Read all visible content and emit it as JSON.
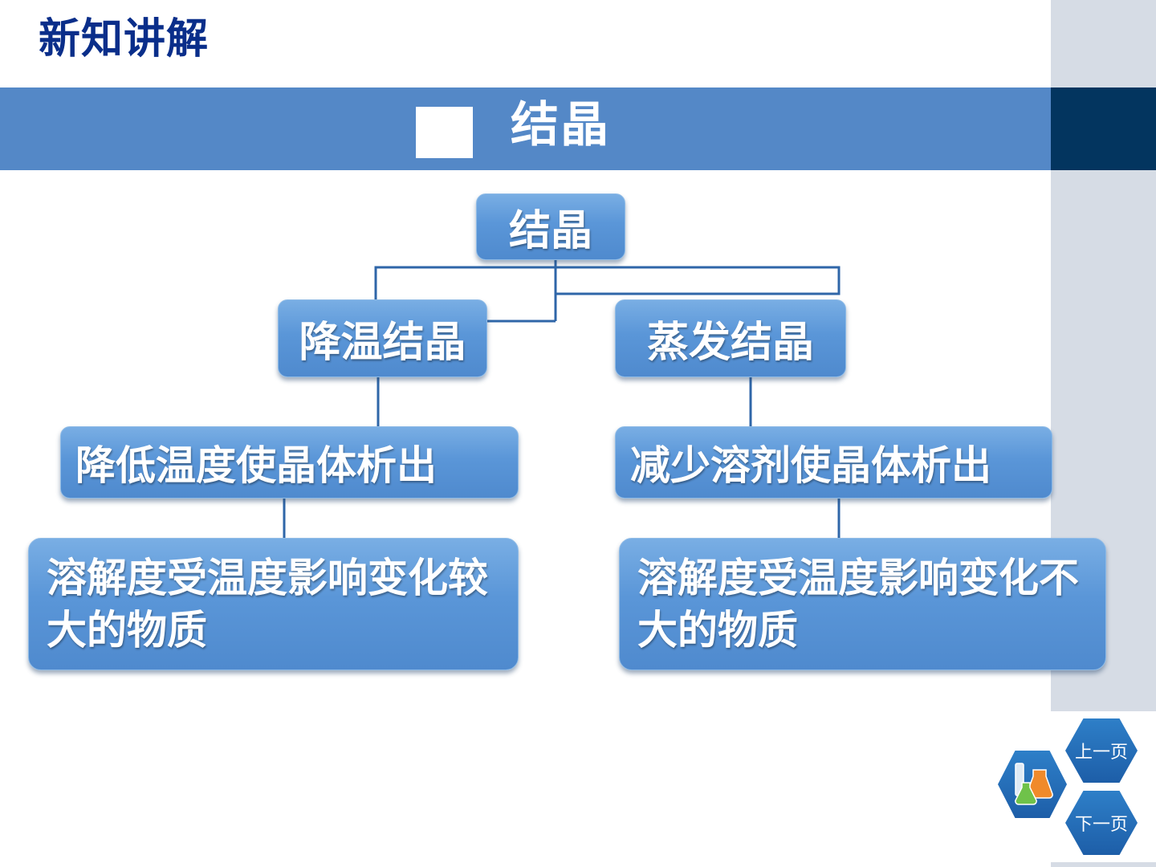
{
  "header": {
    "title": "新知讲解"
  },
  "banner": {
    "title": "结晶"
  },
  "diagram": {
    "root": "结晶",
    "cooling": {
      "label": "降温结晶",
      "method": "降低温度使晶体析出",
      "substance": "溶解度受温度影响变化较大的物质"
    },
    "evaporation": {
      "label": "蒸发结晶",
      "method": "减少溶剂使晶体析出",
      "substance": "溶解度受温度影响变化不大的物质"
    }
  },
  "nav": {
    "prev_label": "上一页",
    "next_label": "下一页",
    "icon": "lab-flask-icon"
  },
  "colors": {
    "header_text": "#0a2e8a",
    "banner": "#5488c7",
    "banner_dark": "#03355f",
    "node": "#5a96d8",
    "connector": "#2f66a8",
    "side_panel": "#d6dce5"
  }
}
